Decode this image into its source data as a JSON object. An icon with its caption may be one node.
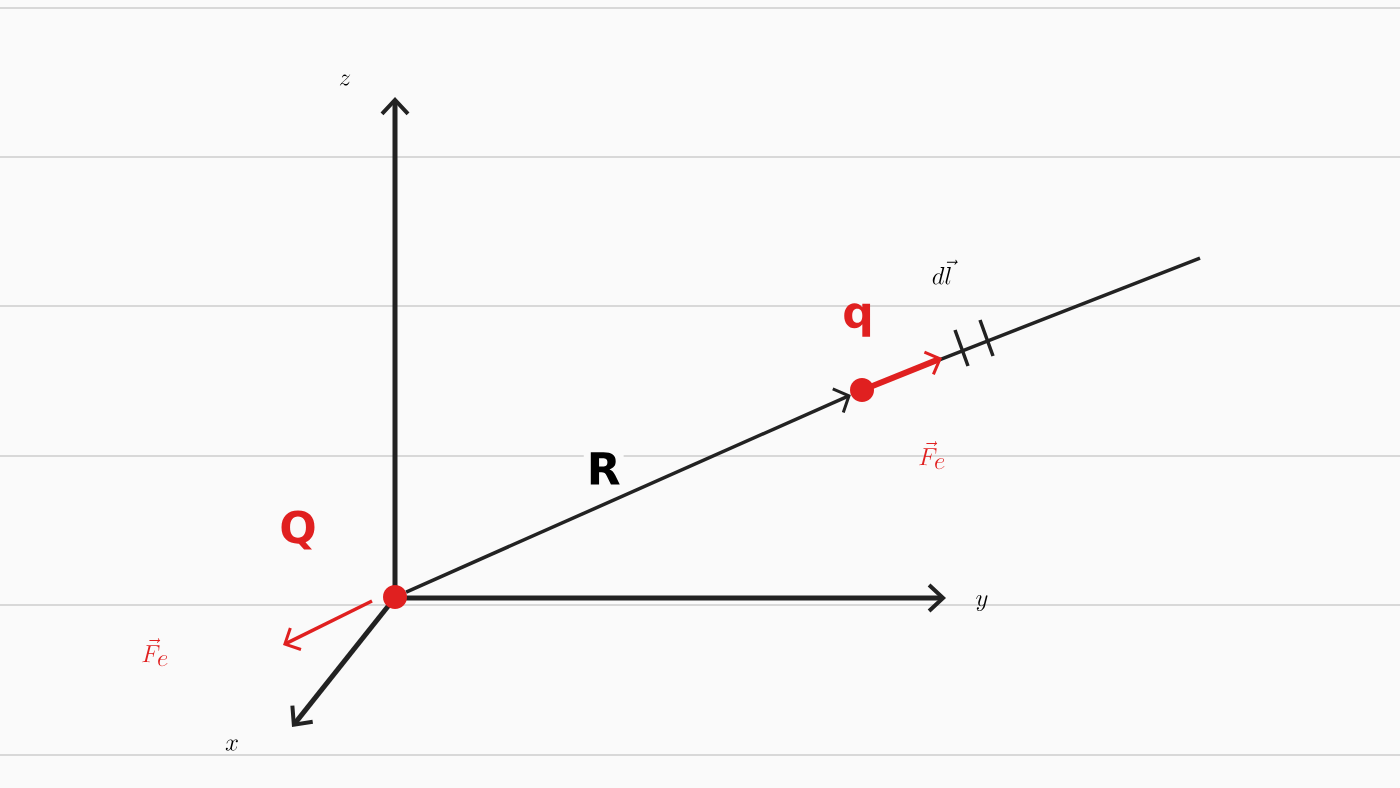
{
  "diagram": {
    "nodes": [
      {
        "text": [],
        "shape": "circle",
        "beside": [
          "Q"
        ]
      },
      {
        "text": [],
        "shape": "circle",
        "beside": [
          "q"
        ]
      }
    ],
    "edges": [
      {
        "from": 0,
        "to": 1,
        "arrow": "to",
        "label": "R"
      }
    ],
    "labels": [
      "z",
      "y",
      "x",
      "d\\vec{l}",
      "\\vec{F}_e",
      "\\vec{F}_e"
    ]
  }
}
